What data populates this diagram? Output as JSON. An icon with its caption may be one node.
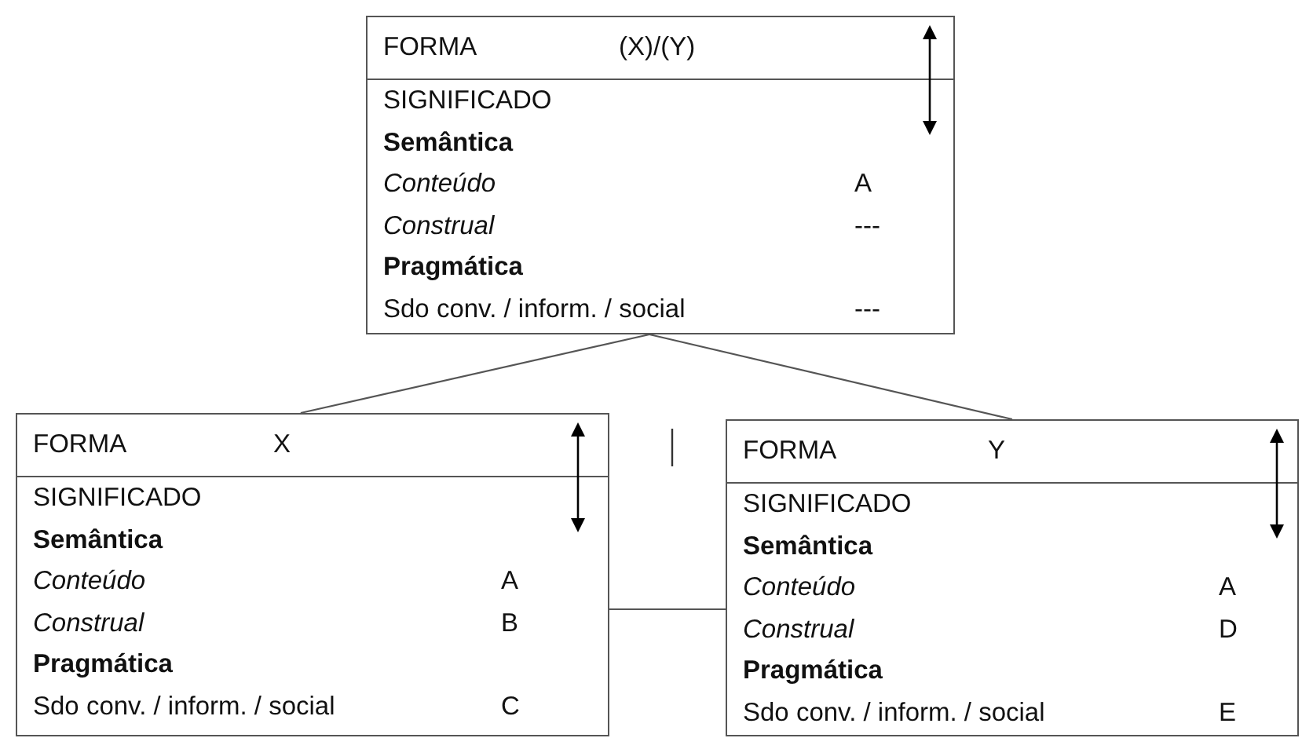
{
  "diagram": {
    "nodes": [
      {
        "text": [
          "FORMA",
          "(X)/(Y)",
          "SIGNIFICADO",
          "Semântica",
          "Conteúdo",
          "A",
          "Construal",
          "---",
          "Pragmática",
          "Sdo conv. / inform. / social",
          "---"
        ]
      },
      {
        "text": [
          "FORMA",
          "X",
          "SIGNIFICADO",
          "Semântica",
          "Conteúdo",
          "A",
          "Construal",
          "B",
          "Pragmática",
          "Sdo conv. / inform. / social",
          "C"
        ]
      },
      {
        "text": [
          "FORMA",
          "Y",
          "SIGNIFICADO",
          "Semântica",
          "Conteúdo",
          "A",
          "Construal",
          "D",
          "Pragmática",
          "Sdo conv. / inform. / social",
          "E"
        ]
      }
    ],
    "edges": [
      {
        "from": 0,
        "to": 1,
        "arrow": "none"
      },
      {
        "from": 0,
        "to": 2,
        "arrow": "none"
      },
      {
        "from": 1,
        "to": 2,
        "arrow": "none"
      }
    ]
  }
}
